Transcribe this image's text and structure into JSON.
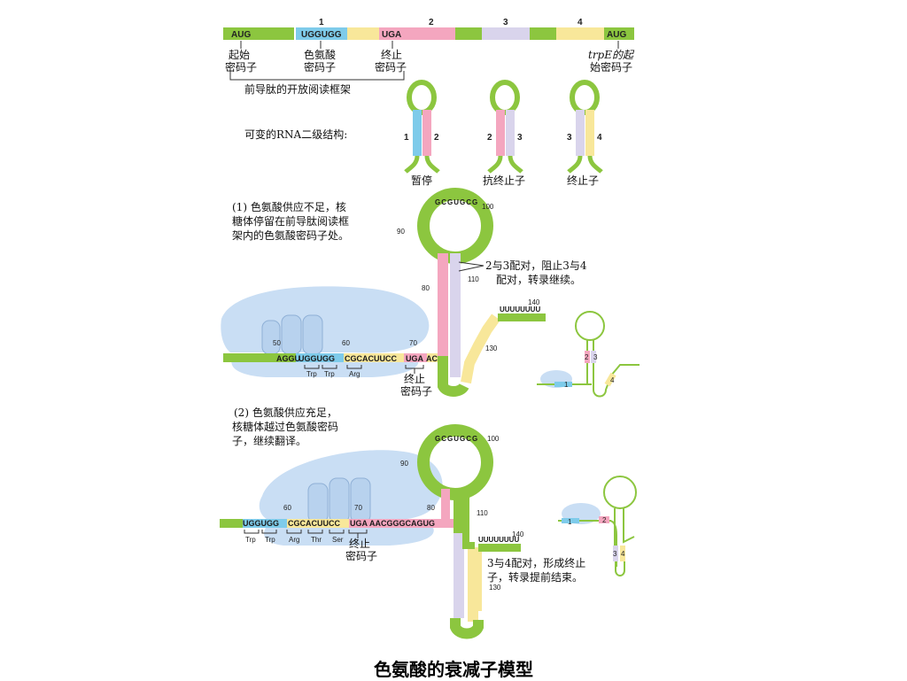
{
  "top": {
    "region_numbers": [
      "1",
      "2",
      "3",
      "4"
    ],
    "codons": {
      "aug_start": "AUG",
      "uggugg": "UGGUGG",
      "uga": "UGA",
      "aug_trpE": "AUG"
    },
    "labels": {
      "start_codon": [
        "起始",
        "密码子"
      ],
      "trp_codon": [
        "色氨酸",
        "密码子"
      ],
      "stop_codon": [
        "终止",
        "密码子"
      ],
      "trpE_start": [
        "trpE的起",
        "始密码子"
      ],
      "leader_orf": "前导肽的开放阅读框架"
    }
  },
  "structures": {
    "title": "可变的RNA二级结构:",
    "pause": {
      "nums": [
        "1",
        "2"
      ],
      "label": "暂停"
    },
    "antiterminator": {
      "nums": [
        "2",
        "3"
      ],
      "label": "抗终止子"
    },
    "terminator": {
      "nums": [
        "3",
        "4"
      ],
      "label": "终止子"
    }
  },
  "panel1": {
    "text": [
      "(1) 色氨酸供应不足，核",
      "糖体停留在前导肽阅读框",
      "架内的色氨酸密码子处。"
    ],
    "seq_left": "AGGU",
    "seq_trp": "UGGUGG",
    "seq_mid": "CGCACUUCC",
    "seq_uga": "UGA",
    "seq_end": "AC",
    "positions": [
      "50",
      "60",
      "70",
      "80",
      "90",
      "100",
      "110",
      "130",
      "140"
    ],
    "amino": [
      "Trp",
      "Trp",
      "Arg"
    ],
    "stop_label": [
      "终止",
      "密码子"
    ],
    "pair_note": [
      "2与3配对，阻止3与4",
      "配对，转录继续。"
    ],
    "loop_bases": "GCGUGCG",
    "tail": "UUUUUUUU",
    "mini_nums": [
      "1",
      "2",
      "3",
      "4"
    ]
  },
  "panel2": {
    "text": [
      "(2) 色氨酸供应充足，",
      "核糖体越过色氨酸密码",
      "子，继续翻译。"
    ],
    "seq_trp": "UGGUGG",
    "seq_mid": "CGCACUUCC",
    "seq_uga": "UGA",
    "seq_tail": "AACGGGCAGUG",
    "positions": [
      "60",
      "70",
      "80",
      "90",
      "100",
      "110",
      "130",
      "140"
    ],
    "amino": [
      "Trp",
      "Trp",
      "Arg",
      "Thr",
      "Ser"
    ],
    "stop_label": [
      "终止",
      "密码子"
    ],
    "pair_note": [
      "3与4配对，形成终止",
      "子，转录提前结束。"
    ],
    "loop_bases": "GCGUGCG",
    "tail": "UUUUUUUU",
    "mini_nums": [
      "1",
      "2",
      "3",
      "4"
    ]
  },
  "caption": "色氨酸的衰减子模型",
  "colors": {
    "green": "#8cc63f",
    "blue": "#7ecbea",
    "pink": "#f4a6bf",
    "yellow": "#f8e79a",
    "lavender": "#d9d4ec",
    "ribosome": "#c9def4"
  }
}
